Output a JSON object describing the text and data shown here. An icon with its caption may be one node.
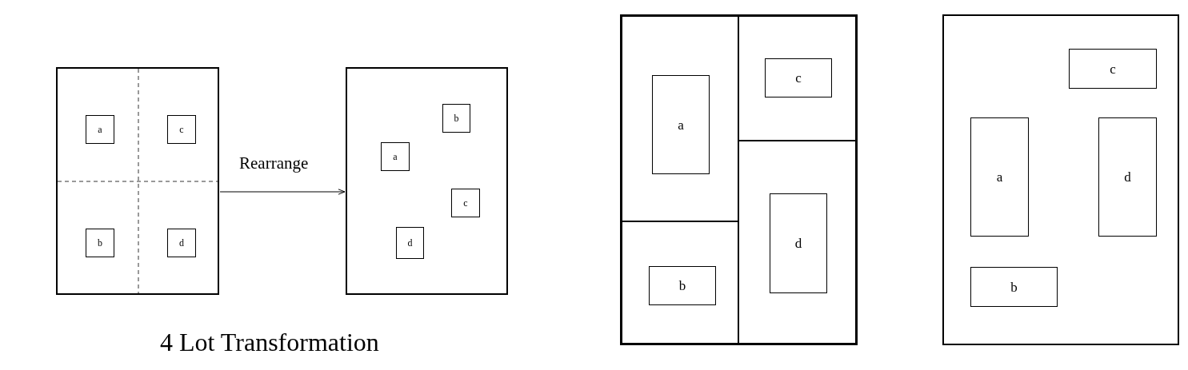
{
  "diagram": {
    "caption": "4 Lot Transformation",
    "nodes": [
      {
        "text": [],
        "shape": "box"
      },
      {
        "text": [
          "a"
        ],
        "in": 0
      },
      {
        "text": [
          "c"
        ],
        "in": 0
      },
      {
        "text": [
          "b"
        ],
        "in": 0
      },
      {
        "text": [
          "d"
        ],
        "in": 0
      },
      {
        "text": [],
        "shape": "box"
      },
      {
        "text": [
          "b"
        ],
        "in": 5
      },
      {
        "text": [
          "a"
        ],
        "in": 5
      },
      {
        "text": [
          "c"
        ],
        "in": 5
      },
      {
        "text": [
          "d"
        ],
        "in": 5
      },
      {
        "text": [],
        "shape": "box"
      },
      {
        "text": [],
        "shape": "box",
        "in": 10
      },
      {
        "text": [
          "a"
        ],
        "in": 11
      },
      {
        "text": [],
        "shape": "box",
        "in": 10
      },
      {
        "text": [
          "c"
        ],
        "in": 13
      },
      {
        "text": [],
        "shape": "box",
        "in": 10
      },
      {
        "text": [
          "b"
        ],
        "in": 15
      },
      {
        "text": [],
        "shape": "box",
        "in": 10
      },
      {
        "text": [
          "d"
        ],
        "in": 17
      },
      {
        "text": [],
        "shape": "box"
      },
      {
        "text": [
          "c"
        ],
        "in": 19
      },
      {
        "text": [
          "a"
        ],
        "in": 19
      },
      {
        "text": [
          "d"
        ],
        "in": 19
      },
      {
        "text": [
          "b"
        ],
        "in": 19
      }
    ],
    "edges": [
      {
        "from": 0,
        "to": 5,
        "arrow": "to",
        "label": "Rearrange"
      }
    ]
  }
}
